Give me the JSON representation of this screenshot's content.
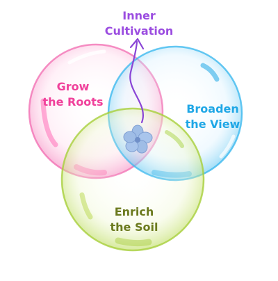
{
  "labels": {
    "top_line1": "Inner",
    "top_line2": "Cultivation",
    "left_line1": "Grow",
    "left_line2": "the Roots",
    "right_line1": "Broaden",
    "right_line2": "the View",
    "bottom_line1": "Enrich",
    "bottom_line2": "the Soil"
  },
  "colors": {
    "top": "#9b4de0",
    "left": "#f0419b",
    "right": "#1fa7e6",
    "bottom": "#6b7a1e",
    "pink_ring": "#f26bb0",
    "blue_ring": "#33b6ee",
    "green_ring": "#a8cf3c",
    "arrow": "#8a45d6",
    "flower": "#9fbde6"
  },
  "icons": {
    "center": "flower-icon",
    "arrow": "curved-arrow-up-icon"
  }
}
